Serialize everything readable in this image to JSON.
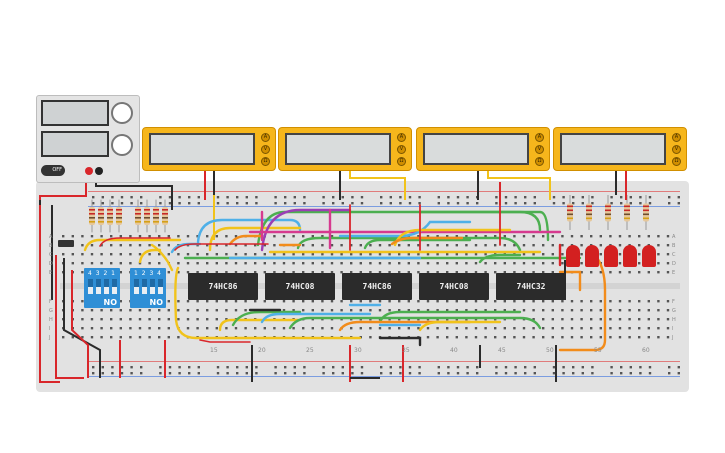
{
  "chips": [
    {
      "label": "74HC86"
    },
    {
      "label": "74HC08"
    },
    {
      "label": "74HC86"
    },
    {
      "label": "74HC08"
    },
    {
      "label": "74HC32"
    }
  ],
  "dip_switches": [
    {
      "numbers": "4 3 2 1",
      "state": "NO"
    },
    {
      "numbers": "1 2 3 4",
      "state": "NO"
    }
  ],
  "column_numbers": [
    "15",
    "20",
    "25",
    "30",
    "35",
    "40",
    "45",
    "50",
    "55",
    "60"
  ],
  "row_letters_top": [
    "A",
    "B",
    "C",
    "D",
    "E"
  ],
  "row_letters_bottom": [
    "F",
    "G",
    "H",
    "I",
    "J"
  ],
  "multimeter_knobs": [
    "A",
    "V",
    "Ω"
  ],
  "power_supply": {
    "switch_label": "OFF"
  },
  "colors": {
    "breadboard": "#e2e2e2",
    "multimeter": "#f6b61c",
    "chip": "#2b2b2b",
    "dip": "#2f8fd6",
    "led": "#d32020",
    "wire_red": "#d9262b",
    "wire_black": "#2b2b2b",
    "wire_yellow": "#f1c31b",
    "wire_green": "#4caf50",
    "wire_blue": "#4fb0e8",
    "wire_orange": "#f28c1b",
    "wire_purple": "#9b3fb5",
    "wire_pink": "#d63a8f"
  }
}
